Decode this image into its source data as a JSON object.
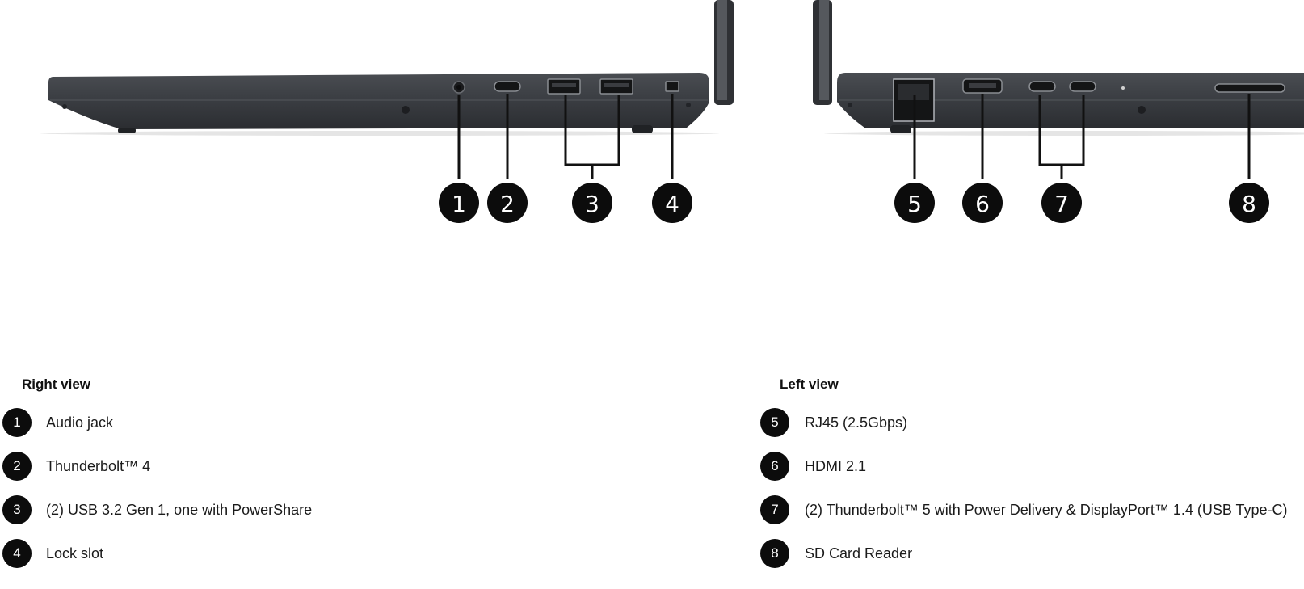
{
  "right_view": {
    "heading": "Right view",
    "items": [
      {
        "number": "1",
        "label": "Audio jack"
      },
      {
        "number": "2",
        "label": "Thunderbolt™ 4"
      },
      {
        "number": "3",
        "label": "(2) USB 3.2 Gen 1, one with PowerShare"
      },
      {
        "number": "4",
        "label": "Lock slot"
      }
    ]
  },
  "left_view": {
    "heading": "Left view",
    "items": [
      {
        "number": "5",
        "label": "RJ45 (2.5Gbps)"
      },
      {
        "number": "6",
        "label": "HDMI 2.1"
      },
      {
        "number": "7",
        "label": "(2) Thunderbolt™ 5 with Power Delivery & DisplayPort™ 1.4 (USB Type-C)"
      },
      {
        "number": "8",
        "label": "SD Card Reader"
      }
    ]
  },
  "colors": {
    "laptop_body": "#3a3d42",
    "badge": "#0c0c0c",
    "text": "#1b1b1b"
  }
}
